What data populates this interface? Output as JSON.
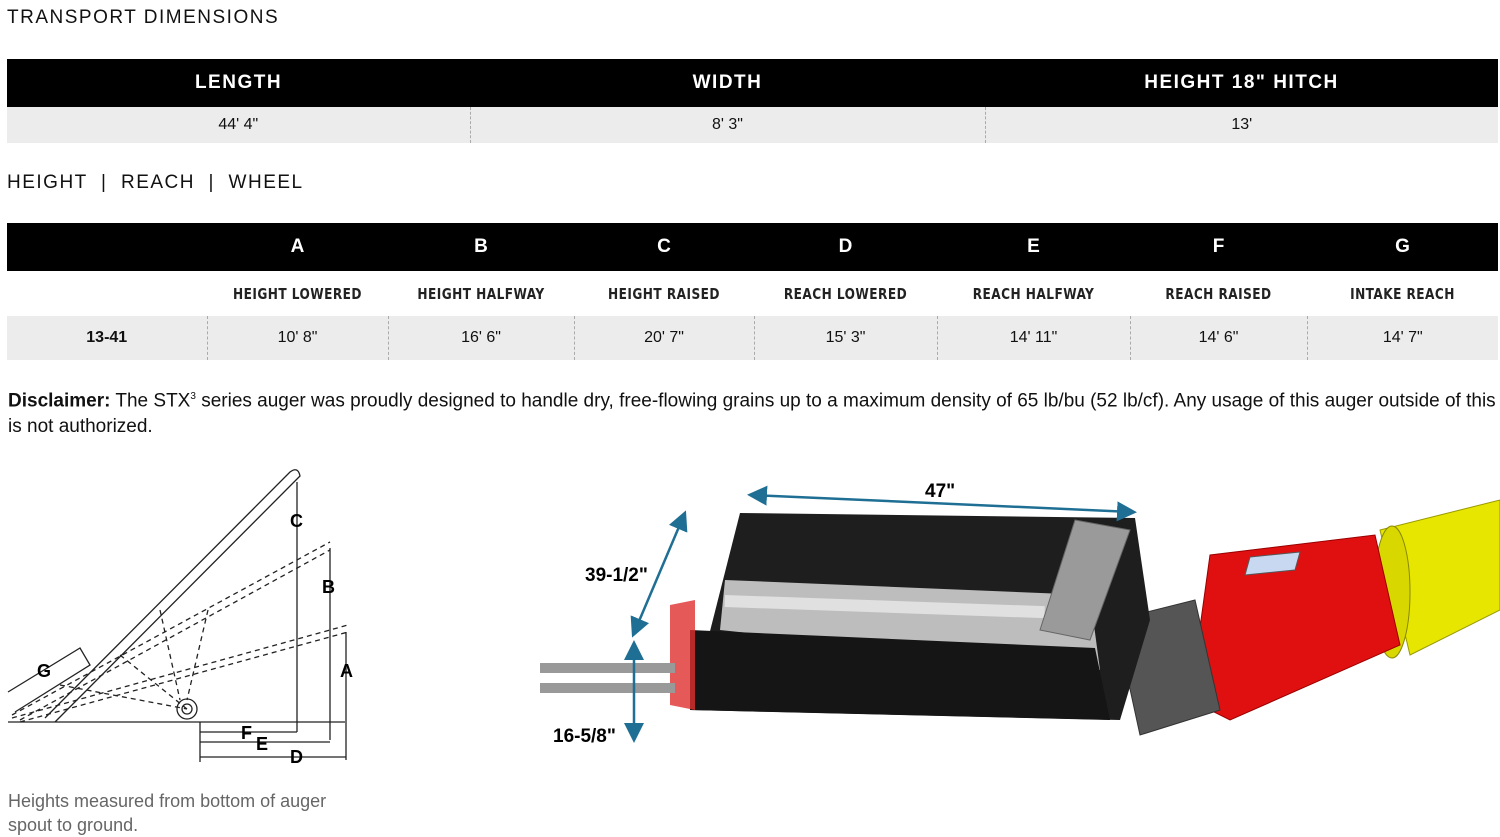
{
  "transport": {
    "title": "TRANSPORT DIMENSIONS",
    "headers": [
      "LENGTH",
      "WIDTH",
      "HEIGHT 18\" HITCH"
    ],
    "values": [
      "44' 4\"",
      "8' 3\"",
      "13'"
    ]
  },
  "hrw": {
    "title": "HEIGHT  |  REACH  |  WHEEL",
    "letters": [
      "A",
      "B",
      "C",
      "D",
      "E",
      "F",
      "G"
    ],
    "labels": [
      "HEIGHT LOWERED",
      "HEIGHT HALFWAY",
      "HEIGHT RAISED",
      "REACH LOWERED",
      "REACH HALFWAY",
      "REACH RAISED",
      "INTAKE REACH"
    ],
    "model": "13-41",
    "values": [
      "10' 8\"",
      "16' 6\"",
      "20' 7\"",
      "15' 3\"",
      "14' 11\"",
      "14' 6\"",
      "14' 7\""
    ]
  },
  "disclaimer": {
    "label": "Disclaimer:",
    "text_before": " The STX",
    "superscript": "3",
    "text_after": " series auger was proudly designed to handle dry, free-flowing grains up to a maximum density of 65 lb/bu (52 lb/cf). Any usage of this auger outside of this is not authorized."
  },
  "diagram": {
    "labels": {
      "a": "A",
      "b": "B",
      "c": "C",
      "d": "D",
      "e": "E",
      "f": "F",
      "g": "G"
    },
    "note": "Heights measured from bottom of auger spout to ground."
  },
  "hopper": {
    "length": "47\"",
    "width": "39-1/2\"",
    "height": "16-5/8\"",
    "colors": {
      "arrow": "#1f6f95",
      "body": "#1e1e1e",
      "red": "#e01010",
      "yellow": "#e6e600"
    }
  }
}
